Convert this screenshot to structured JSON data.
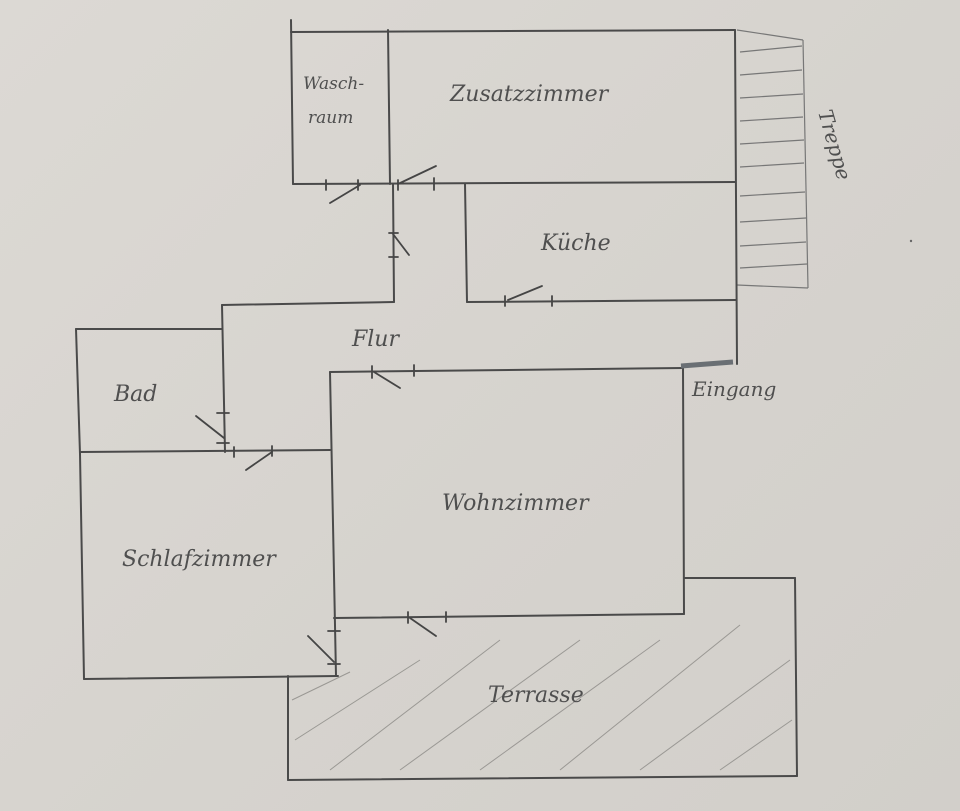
{
  "rooms": {
    "waschraum_line1": "Wasch-",
    "waschraum_line2": "raum",
    "zusatzzimmer": "Zusatzzimmer",
    "kueche": "Küche",
    "flur": "Flur",
    "bad": "Bad",
    "wohnzimmer": "Wohnzimmer",
    "schlafzimmer": "Schlafzimmer",
    "terrasse": "Terrasse"
  },
  "labels": {
    "treppe": "Treppe",
    "eingang": "Eingang"
  }
}
